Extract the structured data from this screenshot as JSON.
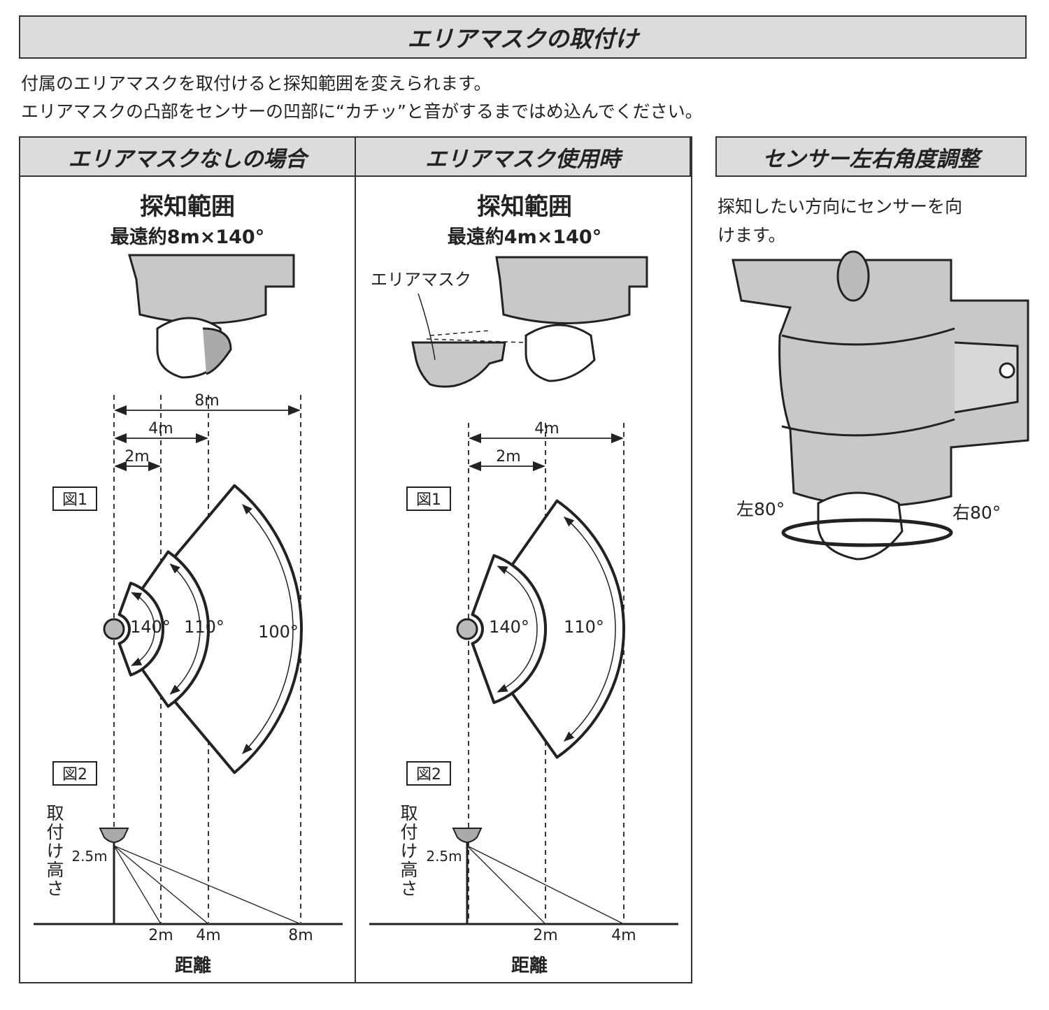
{
  "title": "エリアマスクの取付け",
  "intro": [
    "付属のエリアマスクを取付けると探知範囲を変えられます。",
    "エリアマスクの凸部をセンサーの凹部に“カチッ”と音がするまではめ込んでください。"
  ],
  "left": {
    "header": "エリアマスクなしの場合",
    "range_title": "探知範囲",
    "range_value": "最遠約8m×140°",
    "dims": [
      "8m",
      "4m",
      "2m"
    ],
    "fig1": "図1",
    "fig2": "図2",
    "angles": [
      "140°",
      "110°",
      "100°"
    ],
    "height_label": "取付け高さ",
    "height_value": "2.5m",
    "ground_ticks": [
      "2m",
      "4m",
      "8m"
    ],
    "distance_label": "距離"
  },
  "middle": {
    "header": "エリアマスク使用時",
    "range_title": "探知範囲",
    "range_value": "最遠約4m×140°",
    "mask_label": "エリアマスク",
    "dims": [
      "4m",
      "2m"
    ],
    "fig1": "図1",
    "fig2": "図2",
    "angles": [
      "140°",
      "110°"
    ],
    "height_label": "取付け高さ",
    "height_value": "2.5m",
    "ground_ticks": [
      "2m",
      "4m"
    ],
    "distance_label": "距離"
  },
  "right": {
    "header": "センサー左右角度調整",
    "text": [
      "探知したい方向にセンサーを向",
      "けます。"
    ],
    "left_angle": "左80°",
    "right_angle": "右80°"
  }
}
